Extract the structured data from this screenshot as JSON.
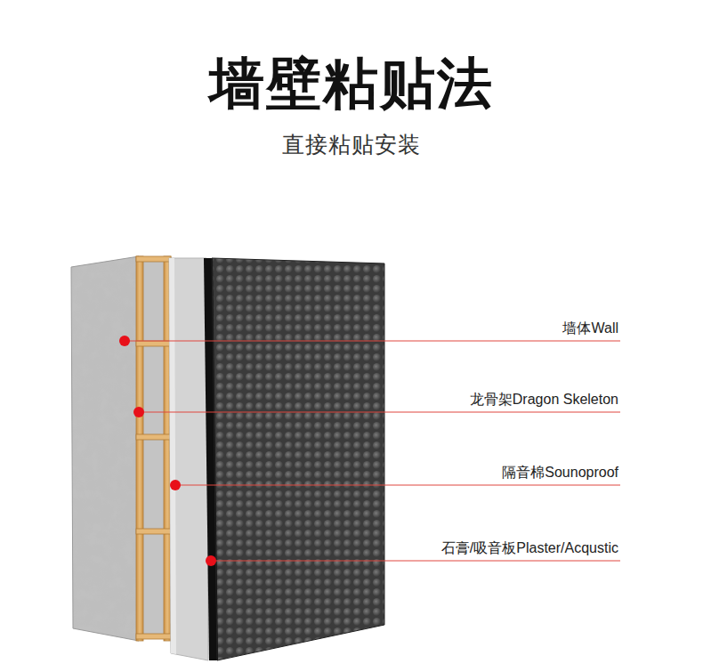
{
  "diagram": {
    "title": "墙壁粘贴法",
    "labels": [
      "直接粘贴安装",
      "墙体Wall",
      "龙骨架Dragon Skeleton",
      "隔音棉Sounoproof",
      "石膏/吸音板Plaster/Acqustic"
    ]
  }
}
